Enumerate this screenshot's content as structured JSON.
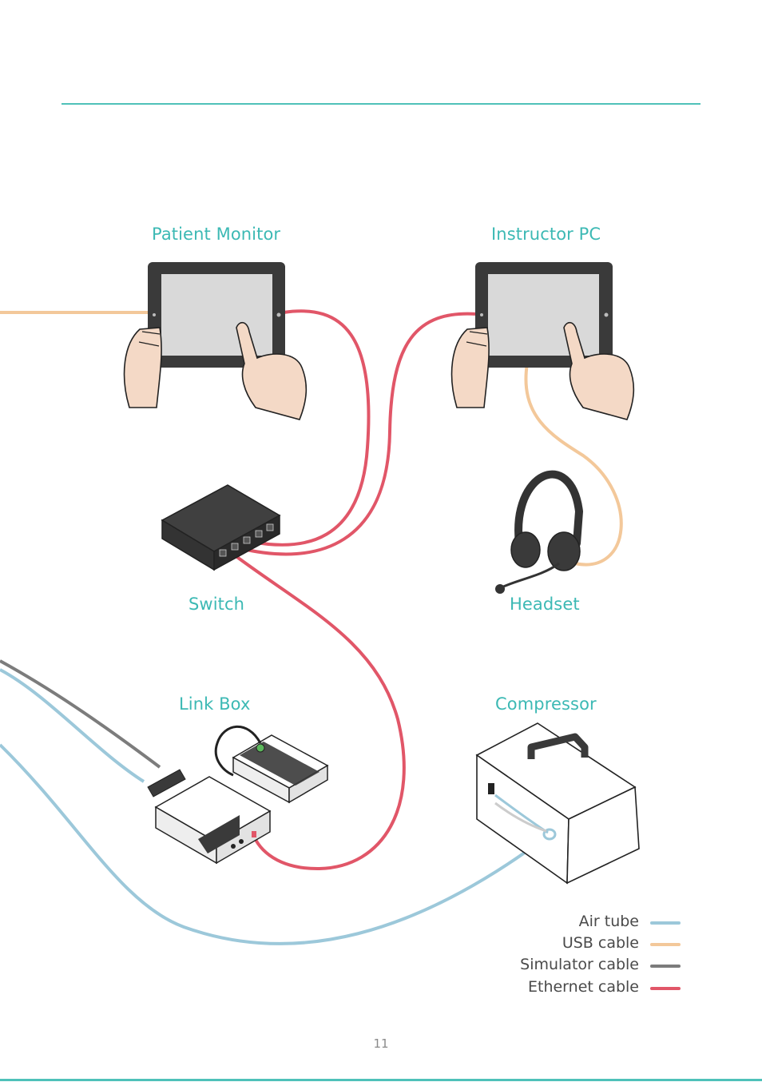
{
  "labels": {
    "patient_monitor": "Patient Monitor",
    "instructor_pc": "Instructor PC",
    "switch": "Switch",
    "headset": "Headset",
    "link_box": "Link Box",
    "compressor": "Compressor"
  },
  "legend": [
    {
      "label": "Air tube",
      "color": "#9cc8da"
    },
    {
      "label": "USB cable",
      "color": "#f3c89a"
    },
    {
      "label": "Simulator cable",
      "color": "#7c7c7c"
    },
    {
      "label": "Ethernet cable",
      "color": "#e15668"
    }
  ],
  "colors": {
    "accent": "#3cb9b4",
    "rule": "#4fc1b9",
    "device_dark": "#3a3a3a"
  },
  "page_number": "11"
}
